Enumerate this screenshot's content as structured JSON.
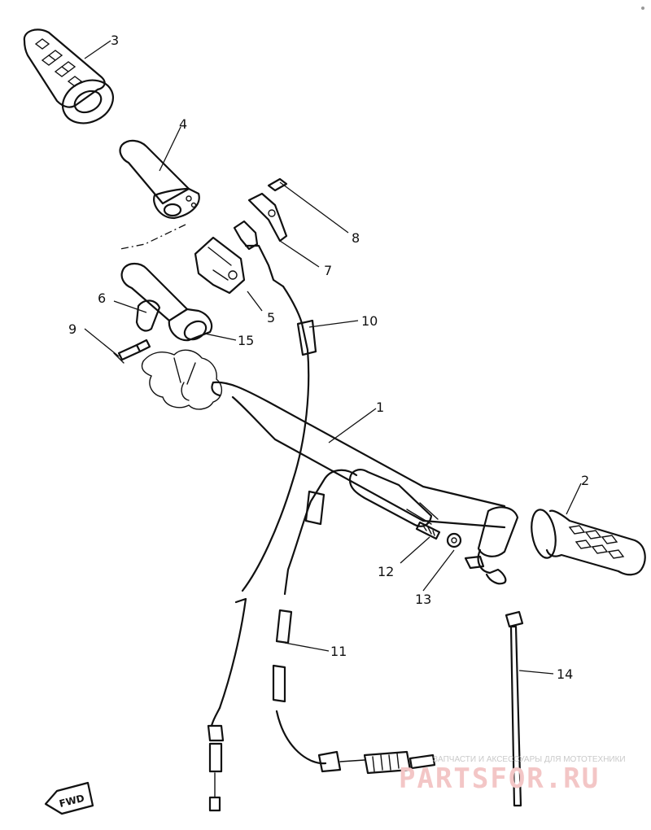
{
  "callouts": {
    "c1": "1",
    "c2": "2",
    "c3": "3",
    "c4": "4",
    "c5": "5",
    "c6": "6",
    "c7": "7",
    "c8": "8",
    "c9": "9",
    "c10": "10",
    "c11": "11",
    "c12": "12",
    "c13": "13",
    "c14": "14",
    "c15": "15"
  },
  "direction_marker": "FWD",
  "watermark": {
    "tagline": "ЗАПЧАСТИ И АКСЕССУАРЫ ДЛЯ МОТОТЕХНИКИ",
    "brand": "PARTSFOR.RU"
  }
}
